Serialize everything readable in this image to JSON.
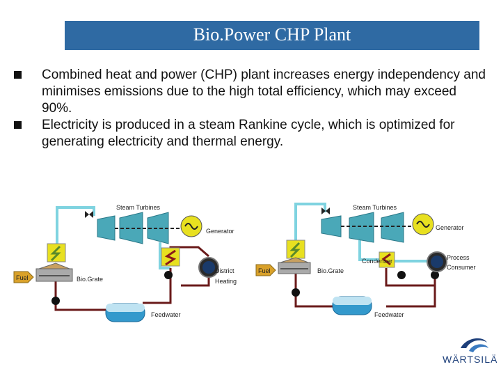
{
  "title": "Bio.Power CHP Plant",
  "bullets": [
    "Combined heat and power (CHP) plant increases energy independency and minimises emissions due to the high total efficiency, which may exceed 90%.",
    "Electricity is produced in a steam Rankine cycle, which is optimized for generating electricity and thermal energy."
  ],
  "diagram_left": {
    "fuel": "Fuel",
    "grate": "Bio.Grate",
    "turbines": "Steam Turbines",
    "generator": "Generator",
    "district_heating_1": "District",
    "district_heating_2": "Heating",
    "feedwater": "Feedwater"
  },
  "diagram_right": {
    "fuel": "Fuel",
    "grate": "Bio.Grate",
    "turbines": "Steam Turbines",
    "generator": "Generator",
    "condenser": "Condenser",
    "process_1": "Process",
    "process_2": "Consumer",
    "feedwater": "Feedwater"
  },
  "logo_text": "WÄRTSILÄ",
  "colors": {
    "title_bar": "#2f6aa3",
    "steam_pipe": "#7fd3e0",
    "water_pipe": "#6a1a1a",
    "turbine": "#4aa8b8",
    "boiler": "#e8e020",
    "generator": "#e8e020",
    "tank": "#3399cc",
    "fuel_arrow": "#d9a12a"
  }
}
